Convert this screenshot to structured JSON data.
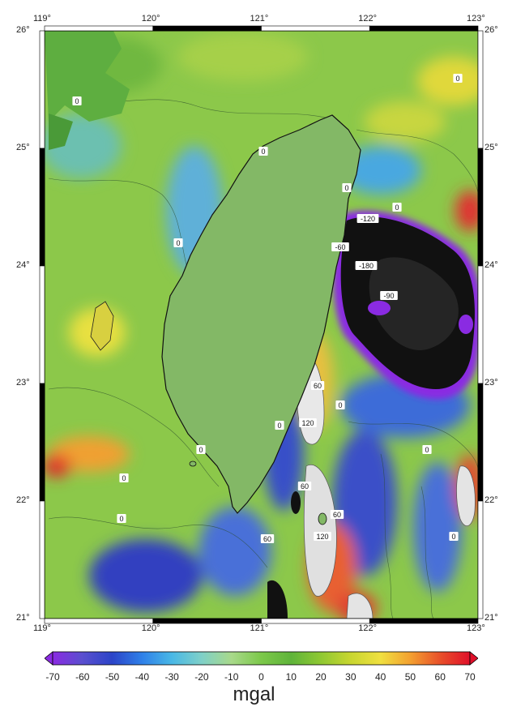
{
  "map": {
    "lon_range": [
      119,
      123
    ],
    "lat_range": [
      21,
      26
    ],
    "lon_ticks": [
      "119°",
      "120°",
      "121°",
      "122°",
      "123°"
    ],
    "lat_ticks": [
      "26°",
      "25°",
      "24°",
      "23°",
      "22°",
      "21°"
    ],
    "contour_labels": [
      "0",
      "0",
      "0",
      "0",
      "0",
      "0",
      "-120",
      "-60",
      "-180",
      "-90",
      "60",
      "120",
      "0",
      "0",
      "0",
      "0",
      "0",
      "60",
      "60",
      "120",
      "0",
      "60",
      "0"
    ]
  },
  "colorbar": {
    "ticks": [
      "-70",
      "-60",
      "-50",
      "-40",
      "-30",
      "-20",
      "-10",
      "0",
      "10",
      "20",
      "30",
      "40",
      "50",
      "60",
      "70"
    ],
    "unit": "mgal",
    "colors": [
      "#8a2be2",
      "#5a4fcf",
      "#2b44c8",
      "#2f80e8",
      "#49b8e6",
      "#7fd0c8",
      "#a8d98a",
      "#7cc84a",
      "#5fb43a",
      "#8fc832",
      "#c8d630",
      "#f0e040",
      "#f3a030",
      "#e8502a",
      "#e0102a"
    ]
  }
}
